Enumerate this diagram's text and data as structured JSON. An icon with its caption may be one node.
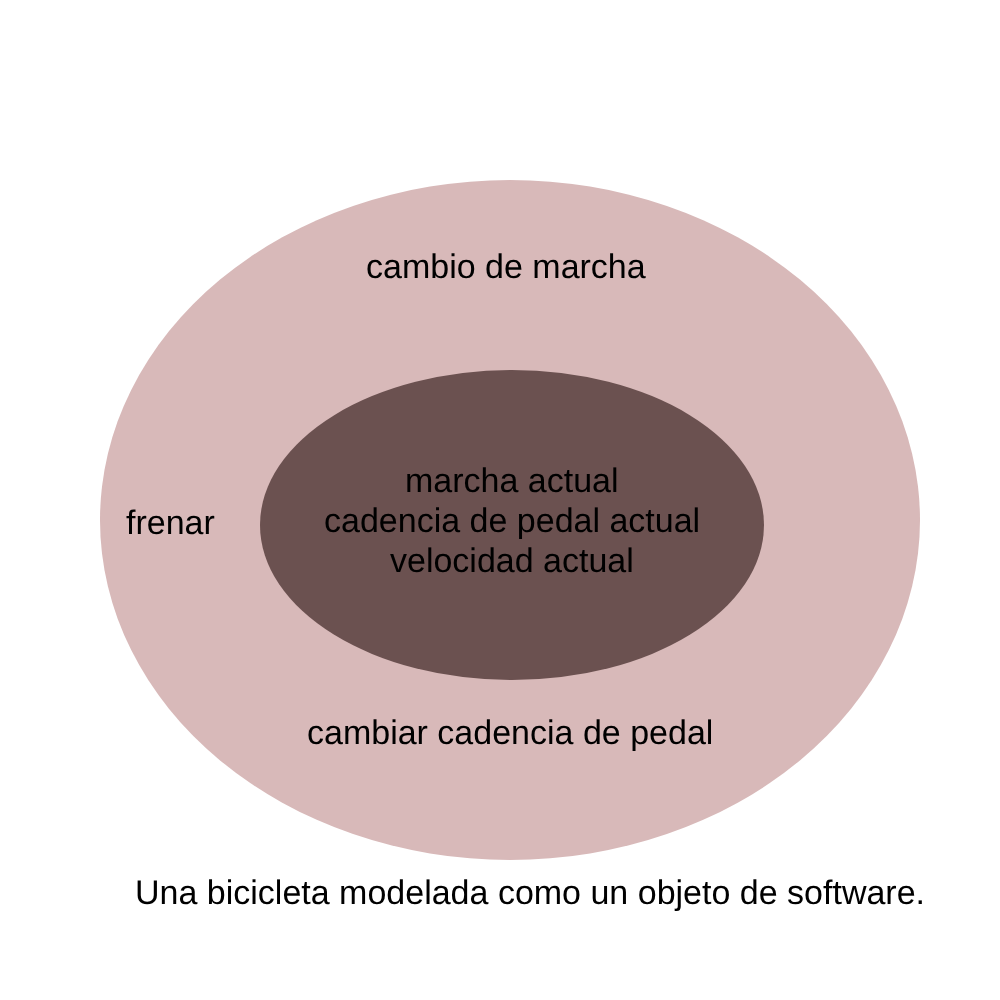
{
  "diagram": {
    "caption": "Una bicicleta modelada como un objeto de software.",
    "nodes": [
      {
        "text": [
          "cambio de marcha",
          "frenar",
          "cambiar cadencia de pedal"
        ]
      },
      {
        "text": [
          "marcha actual",
          "cadencia de pedal actual",
          "velocidad actual"
        ],
        "in": 0
      }
    ]
  }
}
